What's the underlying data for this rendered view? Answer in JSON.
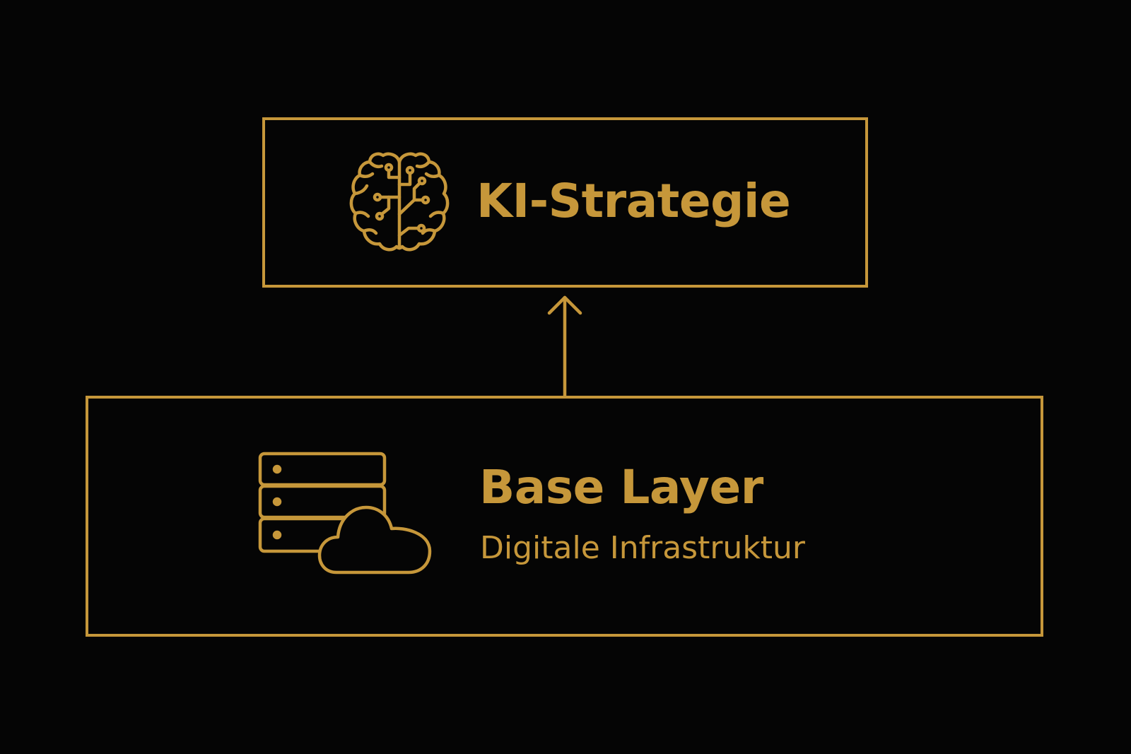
{
  "colors": {
    "background": "#050505",
    "accent": "#c6973a"
  },
  "top_node": {
    "title": "KI-Strategie",
    "icon": "brain-circuit-icon"
  },
  "base_node": {
    "title": "Base Layer",
    "subtitle": "Digitale Infrastruktur",
    "icon": "server-cloud-icon"
  },
  "connector": {
    "icon": "arrow-up-icon"
  }
}
